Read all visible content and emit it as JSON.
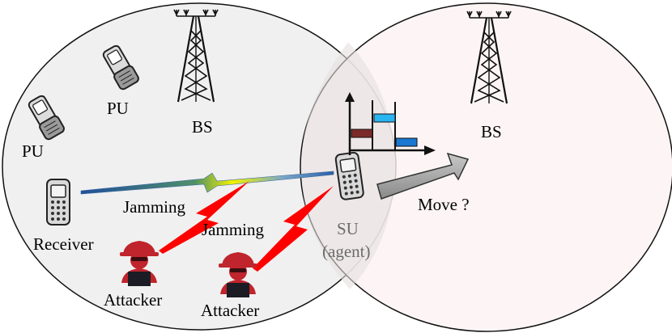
{
  "labels": {
    "pu_1": "PU",
    "pu_2": "PU",
    "bs_left": "BS",
    "bs_right": "BS",
    "receiver": "Receiver",
    "jamming_1": "Jamming",
    "jamming_2": "Jamming",
    "attacker_1": "Attacker",
    "attacker_2": "Attacker",
    "su": "SU",
    "agent": "(agent)",
    "move": "Move ?"
  },
  "colors": {
    "left_cell": "#f0f0f0",
    "right_cell": "#fcf2f2",
    "jamming": "#ff0000",
    "attacker": "#c0242c",
    "move_arrow": "#9a9a9a",
    "link_start": "#1f4e9c",
    "link_mid": "#f2f200",
    "block_brown": "#7b2a2a",
    "block_cyan": "#2ab4f0",
    "block_blue": "#1a78d0"
  },
  "icons": {
    "phone": "mobile-phone-icon",
    "flip_phone": "flip-phone-icon",
    "tower": "cell-tower-icon",
    "attacker": "hooded-hacker-icon"
  }
}
